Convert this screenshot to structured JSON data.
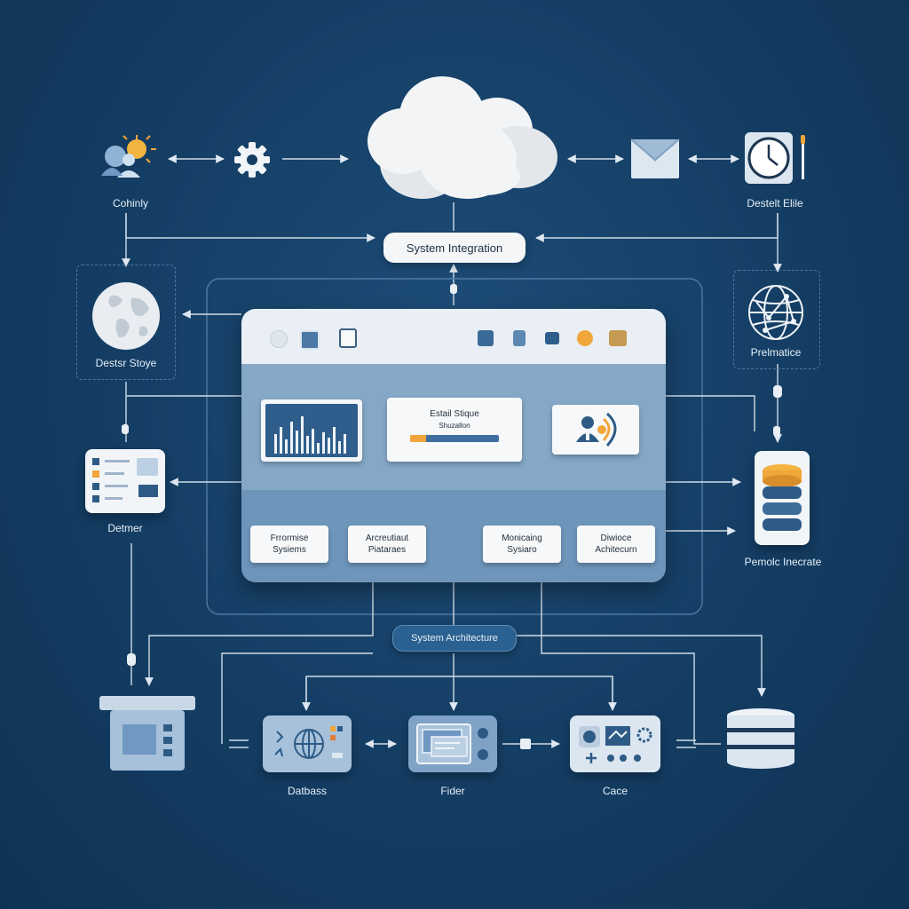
{
  "title": "System Integration",
  "subtitle": "System Architecture",
  "nodes": {
    "community": "Cohinly",
    "detail_file": "Destelt Elile",
    "desktop_store": "Destsr Stoye",
    "prematic": "Prelmatice",
    "deliver": "Detmer",
    "periodic": "Pemolc Inecrate",
    "database": "Datbass",
    "fider": "Fider",
    "case": "Cace"
  },
  "panel": {
    "detail_card_line1": "Estail Stique",
    "detail_card_line2": "Shuzallon",
    "cards": [
      {
        "line1": "Frrormise",
        "line2": "Sysiems"
      },
      {
        "line1": "Arcreutiaut",
        "line2": "Piataraes"
      },
      {
        "line1": "Monicaing",
        "line2": "Sysiaro"
      },
      {
        "line1": "Diwioce",
        "line2": "Achitecurn"
      }
    ]
  },
  "colors": {
    "background": "#143d63",
    "panel_mid": "#85a8c7",
    "panel_bottom": "#6e96bb",
    "accent_orange": "#f0a63a",
    "accent_blue": "#2b6190"
  },
  "icons": [
    "sun-user-icon",
    "gear-icon",
    "cloud-icon",
    "mail-icon",
    "clock-icon",
    "globe-icon",
    "network-globe-icon",
    "list-device-icon",
    "database-stack-icon",
    "server-monitor-icon",
    "globe-device-icon",
    "screen-device-icon",
    "control-device-icon",
    "database-icon"
  ]
}
